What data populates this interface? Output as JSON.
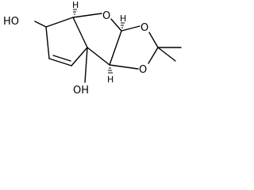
{
  "molecule": {
    "atoms": {
      "ho_left": "HO",
      "o_ring_top": "O",
      "o_dioxolane_top": "O",
      "o_dioxolane_bottom": "O",
      "oh_bottom": "OH"
    },
    "stereo_h": {
      "h_top_left": "H",
      "h_top_right": "H",
      "h_bottom": "H"
    }
  },
  "colors": {
    "ink": "#000000",
    "background": "#ffffff"
  }
}
